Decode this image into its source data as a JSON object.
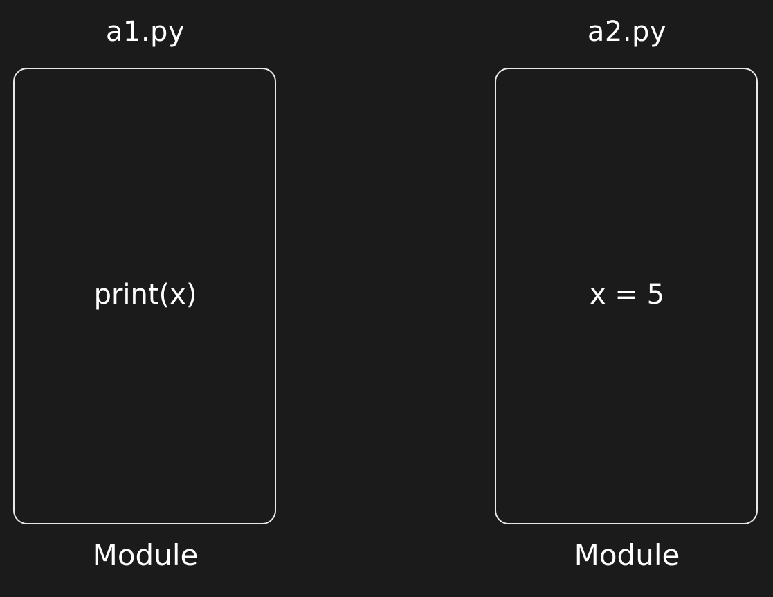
{
  "modules": [
    {
      "filename": "a1.py",
      "code": "print(x)",
      "caption": "Module"
    },
    {
      "filename": "a2.py",
      "code": "x = 5",
      "caption": "Module"
    }
  ],
  "colors": {
    "background": "#1b1b1b",
    "stroke": "#e8e8e8",
    "text": "#ffffff"
  }
}
